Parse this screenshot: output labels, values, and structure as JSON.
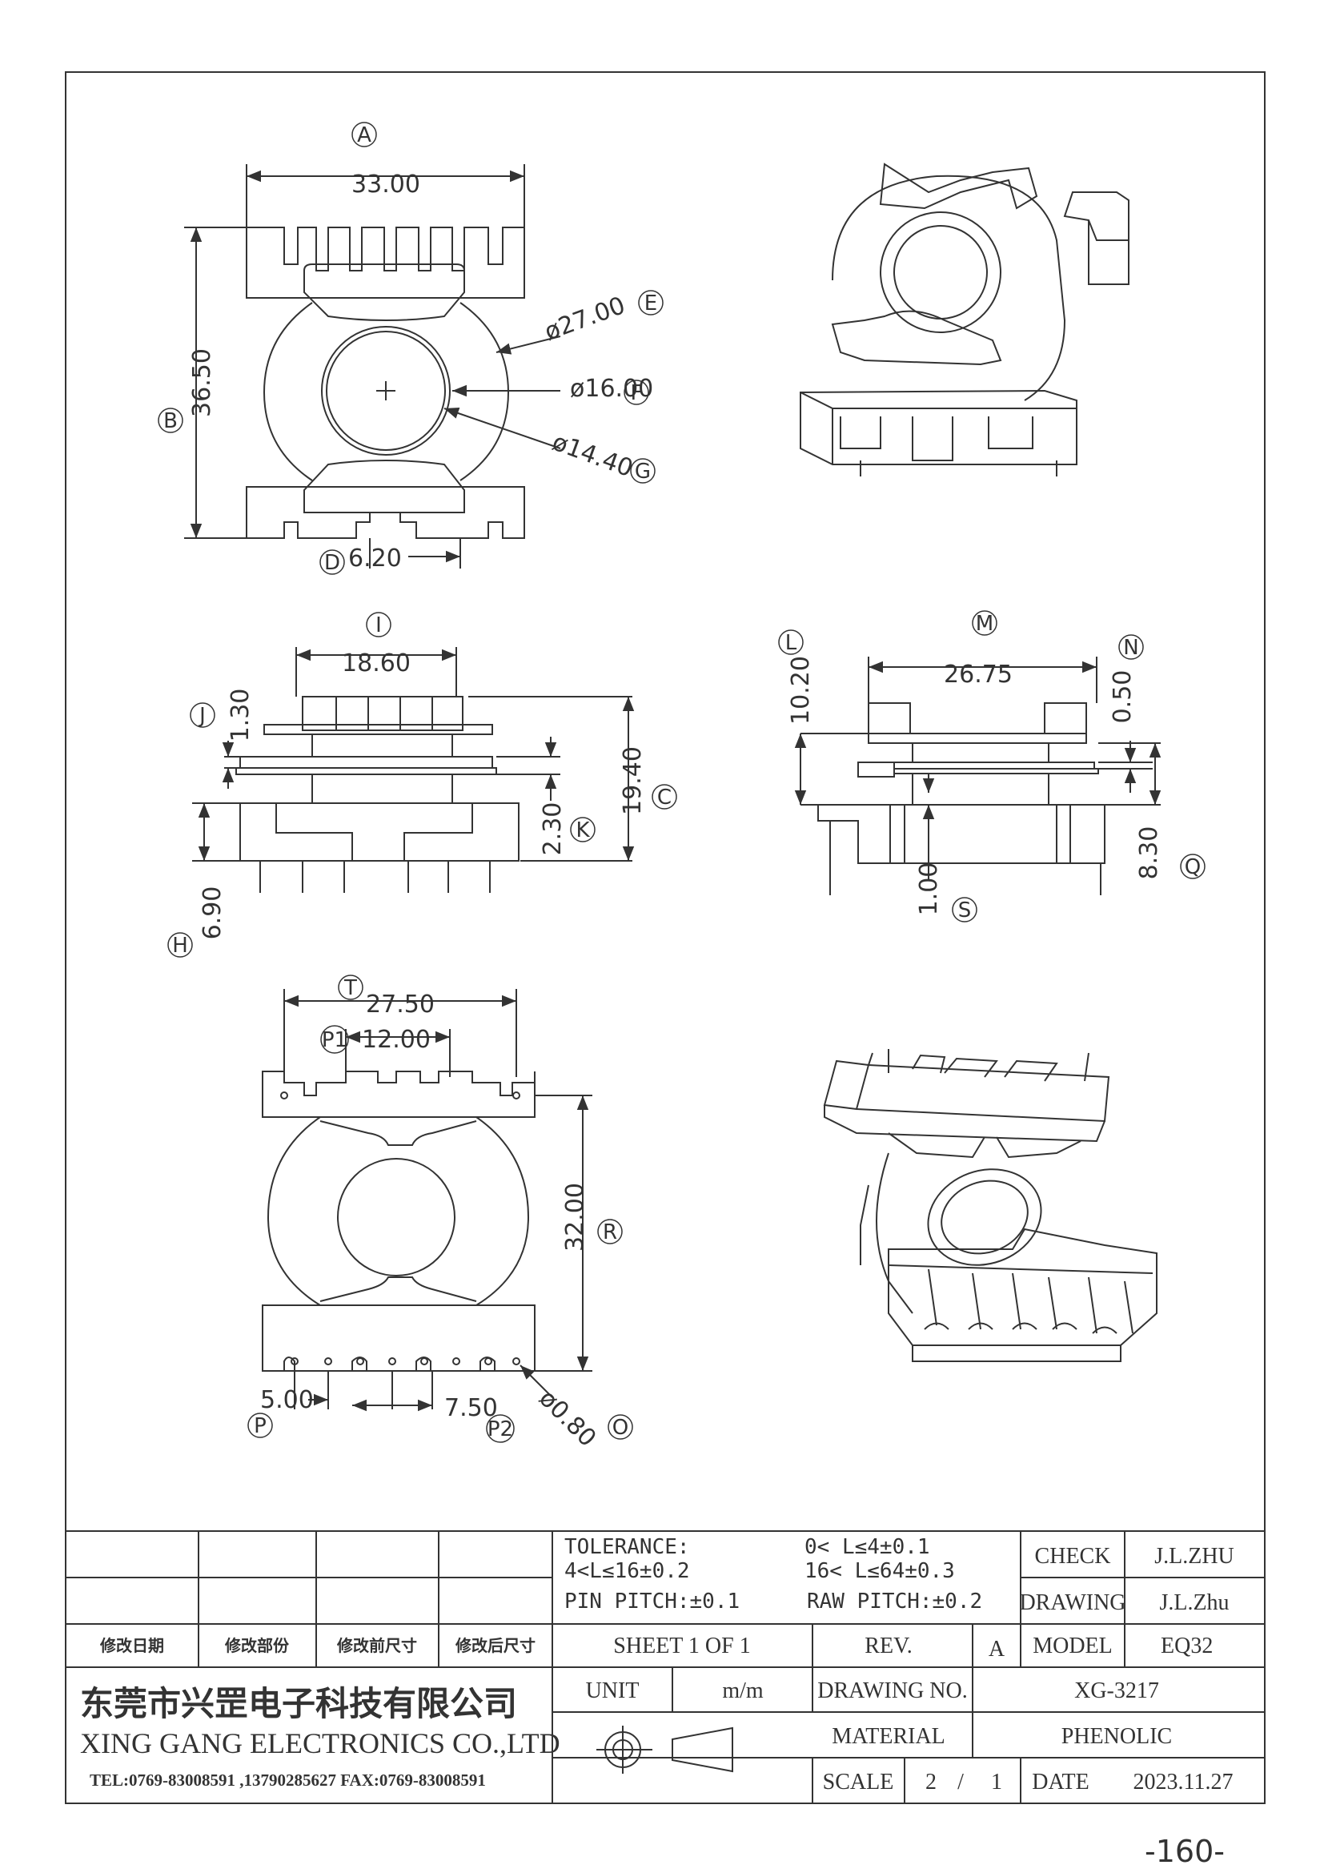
{
  "views": {
    "top": {
      "labels": {
        "A": "A",
        "B": "B",
        "D": "D",
        "E": "E",
        "F": "F",
        "G": "G"
      },
      "dims": {
        "width": "33.00",
        "height": "36.50",
        "d27": "ø27.00",
        "d16": "ø16.00",
        "d144": "ø14.40",
        "pitch": "6.20"
      }
    },
    "side1": {
      "labels": {
        "I": "I",
        "J": "J",
        "C": "C",
        "K": "K",
        "H": "H"
      },
      "dims": {
        "width": "18.60",
        "j": "1.30",
        "height": "19.40",
        "k": "2.30",
        "h": "6.90"
      }
    },
    "side2": {
      "labels": {
        "L": "L",
        "M": "M",
        "N": "N",
        "Q": "Q",
        "S": "S"
      },
      "dims": {
        "width": "26.75",
        "l": "10.20",
        "n": "0.50",
        "q": "8.30",
        "s": "1.00"
      }
    },
    "bottom": {
      "labels": {
        "T": "T",
        "P1": "P1",
        "R": "R",
        "P": "P",
        "P2": "P2",
        "O": "O"
      },
      "dims": {
        "width": "27.50",
        "pin": "12.00",
        "height": "32.00",
        "p": "5.00",
        "p2": "7.50",
        "hole": "ø0.80"
      }
    }
  },
  "title_block": {
    "tolerance_title": "TOLERANCE:",
    "tol1": "0< L≤4±0.1",
    "tol2": "4<L≤16±0.2",
    "tol3": "16< L≤64±0.3",
    "pin_pitch": "PIN PITCH:±0.1",
    "raw_pitch": "RAW PITCH:±0.2",
    "check_label": "CHECK",
    "check_value": "J.L.ZHU",
    "drawing_label": "DRAWING",
    "drawing_value": "J.L.Zhu",
    "rev_headers": [
      "修改日期",
      "修改部份",
      "修改前尺寸",
      "修改后尺寸"
    ],
    "sheet": "SHEET 1 OF 1",
    "rev_label": "REV.",
    "rev_value": "A",
    "model_label": "MODEL",
    "model_value": "EQ32",
    "company_cn": "东莞市兴罡电子科技有限公司",
    "company_en": "XING GANG  ELECTRONICS CO.,LTD",
    "tel": "TEL:0769-83008591 ,13790285627 FAX:0769-83008591",
    "unit_label": "UNIT",
    "unit_value": "m/m",
    "drawing_no_label": "DRAWING NO.",
    "drawing_no_value": "XG-3217",
    "material_label": "MATERIAL",
    "material_value": "PHENOLIC",
    "scale_label": "SCALE",
    "scale_a": "2",
    "scale_sep": "/",
    "scale_b": "1",
    "date_label": "DATE",
    "date_value": "2023.11.27"
  },
  "page_number": "-160-"
}
